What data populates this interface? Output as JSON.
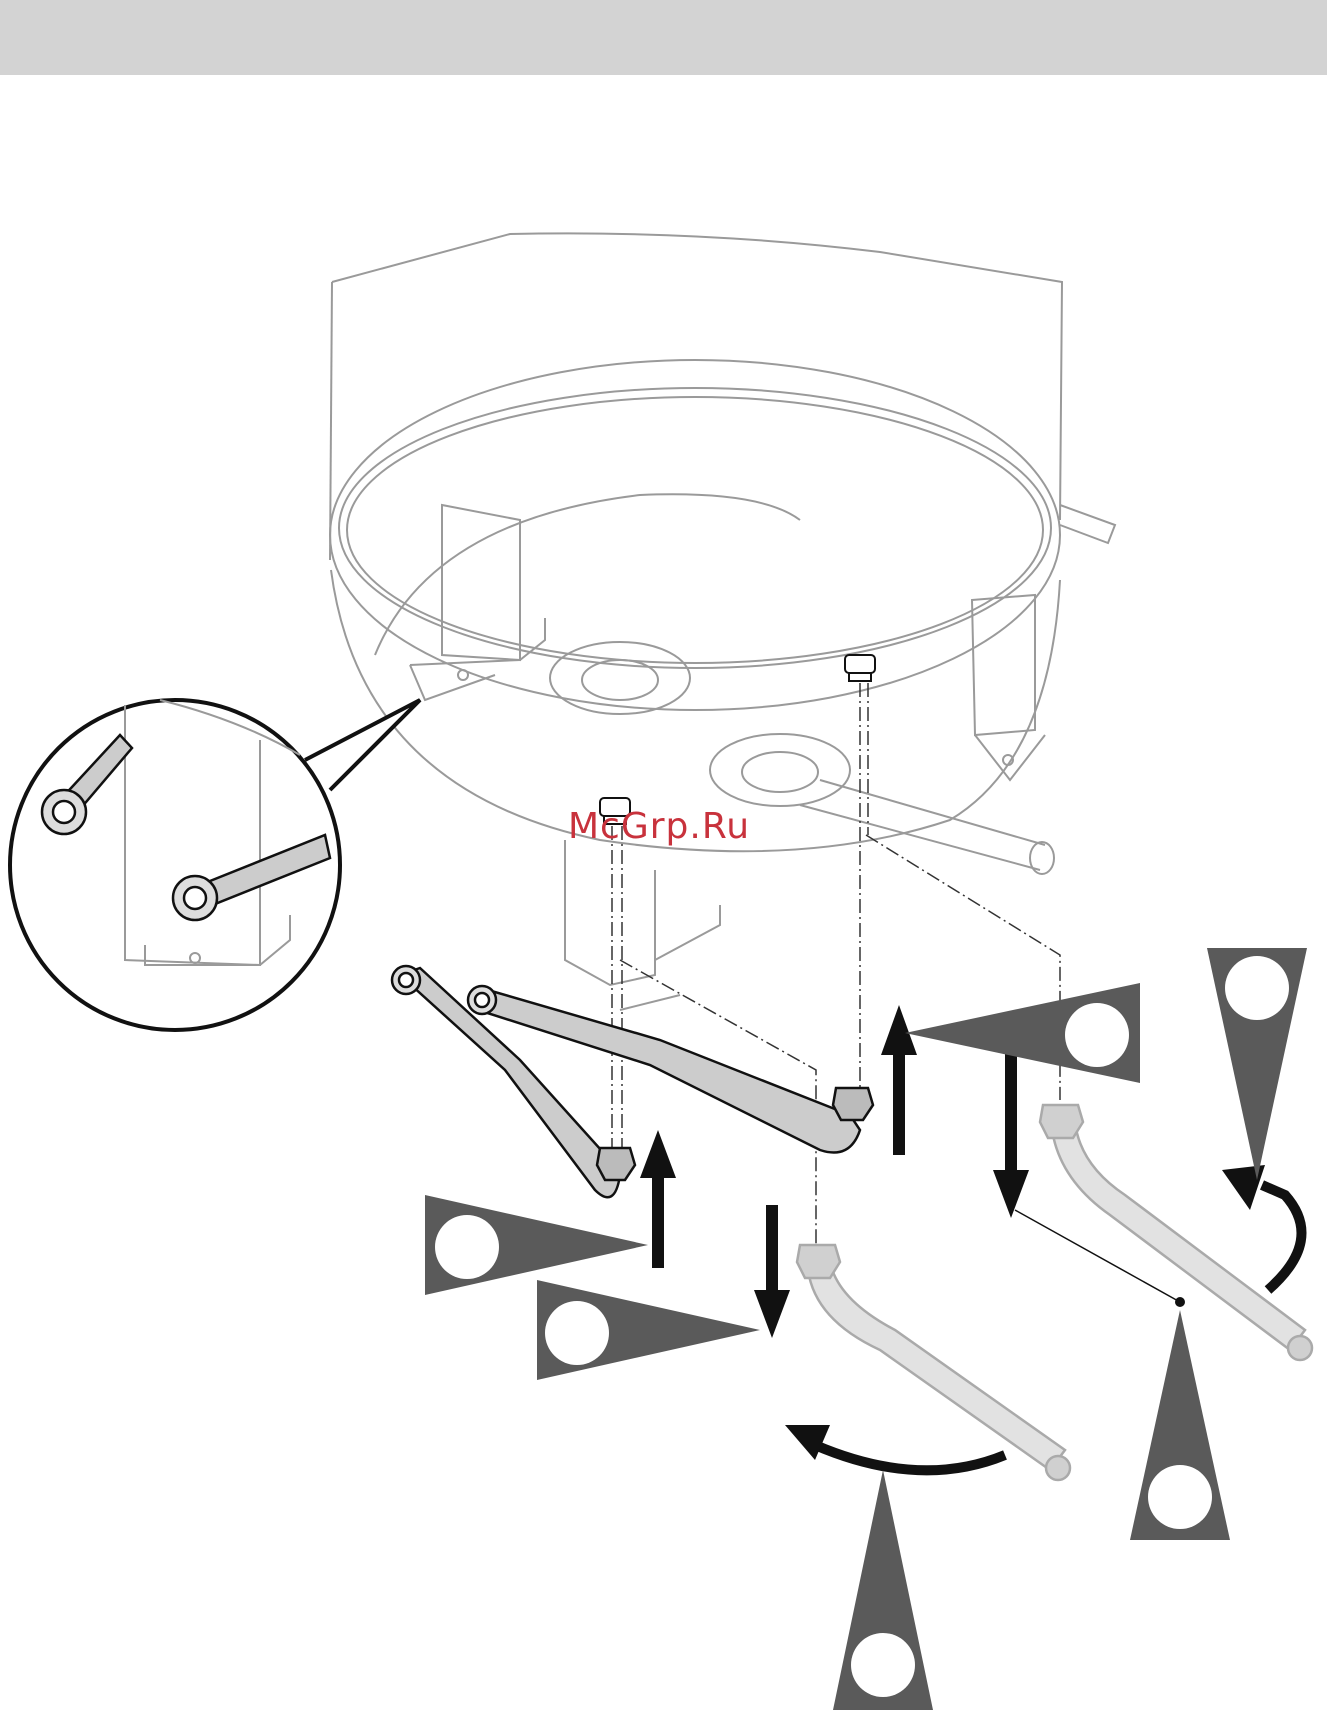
{
  "header": {
    "background": "#d3d3d3"
  },
  "watermark": {
    "text": "McGrp.Ru",
    "color": "#c8323c"
  },
  "colors": {
    "line": "#9a9a9a",
    "dark": "#111111",
    "callout_fill": "#5a5a5a",
    "ghost_pipe": "#bdbdbd"
  },
  "callouts": [
    {
      "id": "callout-right-top",
      "icon": "pointer-triangle-down-icon"
    },
    {
      "id": "callout-mid-right",
      "icon": "pointer-triangle-left-icon"
    },
    {
      "id": "callout-left-upper",
      "icon": "pointer-triangle-right-icon"
    },
    {
      "id": "callout-left-lower",
      "icon": "pointer-triangle-right-icon"
    },
    {
      "id": "callout-bottom-center",
      "icon": "pointer-triangle-up-icon"
    },
    {
      "id": "callout-bottom-right",
      "icon": "pointer-triangle-up-icon"
    }
  ],
  "arrows": [
    {
      "id": "arrow-up-left",
      "icon": "arrow-up-icon"
    },
    {
      "id": "arrow-down-left",
      "icon": "arrow-down-icon"
    },
    {
      "id": "arrow-up-right",
      "icon": "arrow-up-icon"
    },
    {
      "id": "arrow-down-right",
      "icon": "arrow-down-icon"
    },
    {
      "id": "arrow-rotate-bottom",
      "icon": "rotate-arrow-icon"
    },
    {
      "id": "arrow-rotate-right",
      "icon": "rotate-arrow-icon"
    }
  ]
}
